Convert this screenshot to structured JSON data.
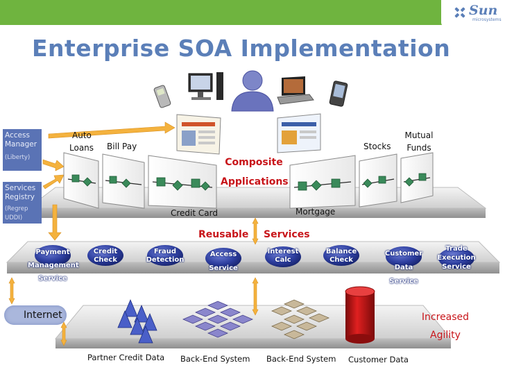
{
  "brand": {
    "logo": "Sun",
    "logo_sub": "microsystems"
  },
  "title": "Enterprise SOA Implementation",
  "composite_top": [
    "Auto",
    "Loans"
  ],
  "composite_labels": {
    "auto_loans": "Auto Loans",
    "bill_pay": "Bill Pay",
    "credit_card": "Credit Card",
    "mortgage": "Mortgage",
    "stocks": "Stocks",
    "mutual_funds": "Mutual Funds",
    "composite_applications": "Composite Applications"
  },
  "side_boxes": {
    "access_manager": {
      "title": "Access Manager",
      "sub": "(Liberty)"
    },
    "services_registry": {
      "title": "Services Registry",
      "sub": "(Regrep UDDI)"
    }
  },
  "services_layer": {
    "heading_left": "Reusable",
    "heading_right": "Services",
    "items": [
      {
        "label": "Payment Management Service"
      },
      {
        "label": "Credit Check"
      },
      {
        "label": "Fraud Detection"
      },
      {
        "label": "Access Service"
      },
      {
        "label": "Interest Calc"
      },
      {
        "label": "Balance Check"
      },
      {
        "label": "Customer Data Service"
      },
      {
        "label": "Trade Execution Service"
      }
    ]
  },
  "backend": {
    "internet": "Internet",
    "increased": "Increased",
    "agility": "Agility",
    "items": [
      "Partner Credit Data",
      "Back-End System",
      "Back-End System",
      "Customer Data"
    ]
  },
  "colors": {
    "topbar": "#6fb43f",
    "title": "#5b7fb8",
    "accent_red": "#c8151a",
    "service_ball": "#2e3fa0",
    "sidebox": "#5a73b5",
    "arrow": "#f4b23e",
    "panel": "#e6e6e6"
  },
  "icons": {
    "users": "user-icon",
    "devices": [
      "phone-icon",
      "desktop-icon",
      "laptop-icon",
      "pda-icon"
    ],
    "backend": [
      "pyramid-icon",
      "cube-grid-icon",
      "puzzle-cubes-icon",
      "database-cylinder-icon"
    ]
  }
}
